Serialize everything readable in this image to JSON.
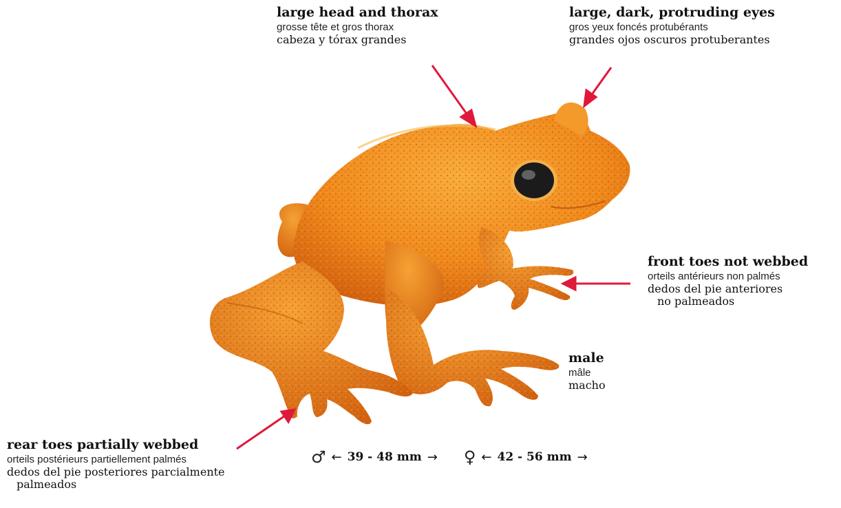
{
  "labels": {
    "head": {
      "en": "large head and thorax",
      "fr": "grosse tête et gros thorax",
      "es": "cabeza y tórax grandes"
    },
    "eyes": {
      "en": "large, dark, protruding eyes",
      "fr": "gros yeux foncés protubérants",
      "es": "grandes ojos oscuros protuberantes"
    },
    "front_toes": {
      "en": "front toes not webbed",
      "fr": "orteils antérieurs non palmés",
      "es": "dedos del pie anteriores",
      "es2": "no palmeados"
    },
    "sex": {
      "en": "male",
      "fr": "mâle",
      "es": "macho"
    },
    "rear_toes": {
      "en": "rear toes partially webbed",
      "fr": "orteils postérieurs partiellement palmés",
      "es": "dedos del pie posteriores parcialmente",
      "es2": "palmeados"
    }
  },
  "size": {
    "male_symbol": "♂",
    "male_range": "39 - 48 mm",
    "female_symbol": "♀",
    "female_range": "42 - 56 mm",
    "arrow_left": "←",
    "arrow_right": "→"
  },
  "colors": {
    "arrow": "#e0183a",
    "toad_body": "#f08a1c",
    "toad_dark": "#c8520e",
    "toad_light": "#f7b246",
    "eye": "#1b1b1b"
  }
}
